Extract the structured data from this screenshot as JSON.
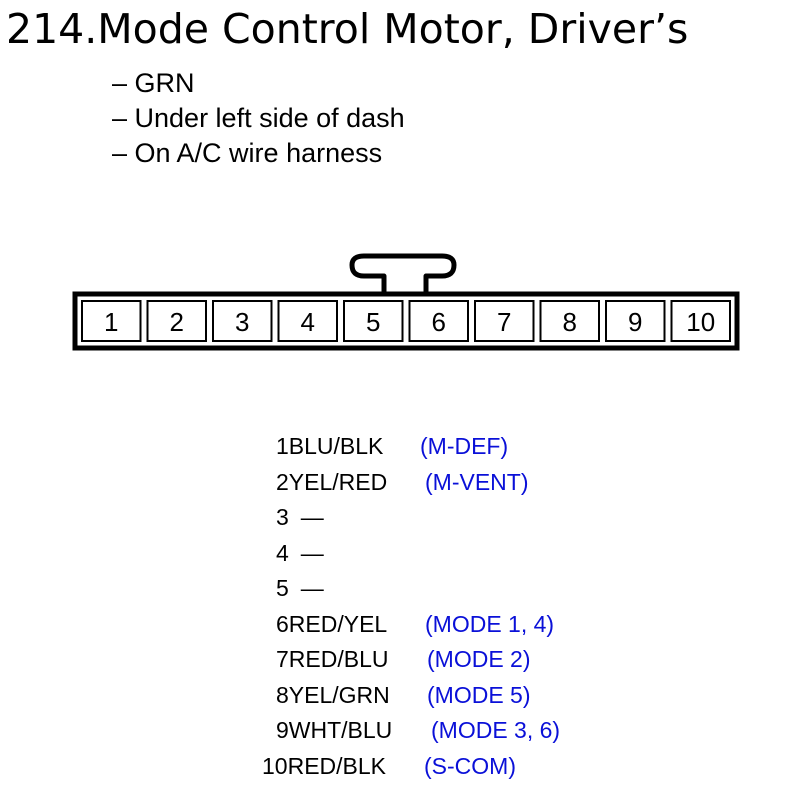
{
  "title": "214.Mode Control Motor, Driver’s",
  "details": [
    "– GRN",
    "– Under left side of dash",
    "– On A/C wire harness"
  ],
  "connector": {
    "pins": [
      "1",
      "2",
      "3",
      "4",
      "5",
      "6",
      "7",
      "8",
      "9",
      "10"
    ]
  },
  "pinout": [
    {
      "num": "1",
      "wire": "BLU/BLK",
      "func": "(M-DEF)"
    },
    {
      "num": "2",
      "wire": "YEL/RED",
      "func": "(M-VENT)"
    },
    {
      "num": "3",
      "wire": "—",
      "func": ""
    },
    {
      "num": "4",
      "wire": "—",
      "func": ""
    },
    {
      "num": "5",
      "wire": "—",
      "func": ""
    },
    {
      "num": "6",
      "wire": "RED/YEL",
      "func": "(MODE 1, 4)"
    },
    {
      "num": "7",
      "wire": "RED/BLU",
      "func": "(MODE 2)"
    },
    {
      "num": "8",
      "wire": "YEL/GRN",
      "func": "(MODE 5)"
    },
    {
      "num": "9",
      "wire": "WHT/BLU",
      "func": "(MODE 3, 6)"
    },
    {
      "num": "10",
      "wire": "RED/BLK",
      "func": "(S-COM)"
    }
  ],
  "colors": {
    "function_text": "#0a10d8",
    "outline": "#000000"
  }
}
